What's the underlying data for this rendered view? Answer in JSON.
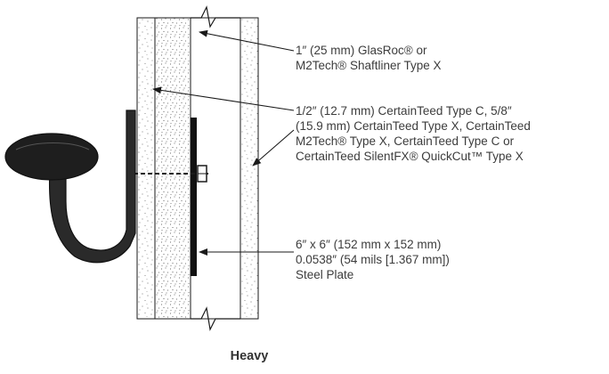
{
  "callouts": [
    {
      "lines": [
        "1″ (25 mm) GlasRoc® or",
        "M2Tech® Shaftliner Type X"
      ]
    },
    {
      "lines": [
        "1/2″ (12.7 mm) CertainTeed Type C, 5/8″",
        "(15.9 mm) CertainTeed Type X, CertainTeed",
        "M2Tech® Type X, CertainTeed Type C or",
        "CertainTeed SilentFX® QuickCut™ Type X"
      ]
    },
    {
      "lines": [
        "6″ x 6″ (152 mm x 152 mm)",
        "0.0538″ (54 mils [1.367 mm])",
        "Steel Plate"
      ]
    }
  ],
  "caption": "Heavy",
  "colors": {
    "line": "#1a1a1a",
    "text": "#3c3c3c",
    "hook": "#2a2a2a"
  }
}
